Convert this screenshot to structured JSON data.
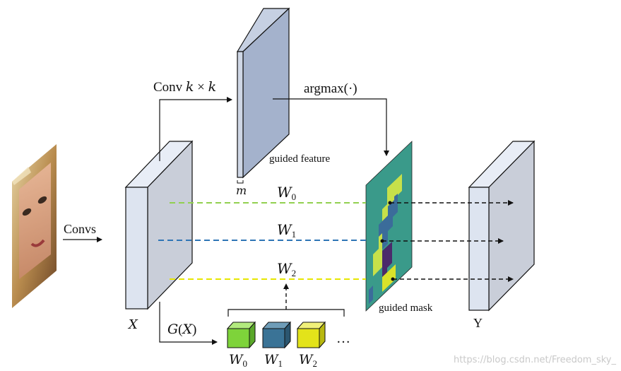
{
  "labels": {
    "convs": "Convs",
    "conv_kxk": "Conv 𝑘 × 𝑘",
    "argmax": "argmax(·)",
    "guided_feature": "guided feature",
    "m": "𝑚",
    "guided_mask": "guided mask",
    "x_label": "𝑋",
    "y_label": "Y",
    "gx": "𝐺(𝑋)",
    "w0": "𝑊",
    "w1": "𝑊",
    "w2": "𝑊",
    "sub0": "0",
    "sub1": "1",
    "sub2": "2",
    "ellipsis": "…",
    "watermark": "https://blog.csdn.net/Freedom_sky_"
  },
  "colors": {
    "w0_line": "#92d050",
    "w1_line": "#2e75b6",
    "w2_line": "#e6e600",
    "cube_w0": "#7ed33a",
    "cube_w1": "#3a7396",
    "cube_w2": "#e3e31a",
    "mask_bg": "#3a9a8a",
    "mask_yellow": "#c7e04a",
    "mask_purple": "#4b2a6b",
    "slab_front": "#dde4f0",
    "slab_side": "#c7cdd8",
    "guided_front": "#a3b1cc"
  },
  "icons": {
    "portrait": "face-photo-icon",
    "cubes": "cube-icon"
  }
}
